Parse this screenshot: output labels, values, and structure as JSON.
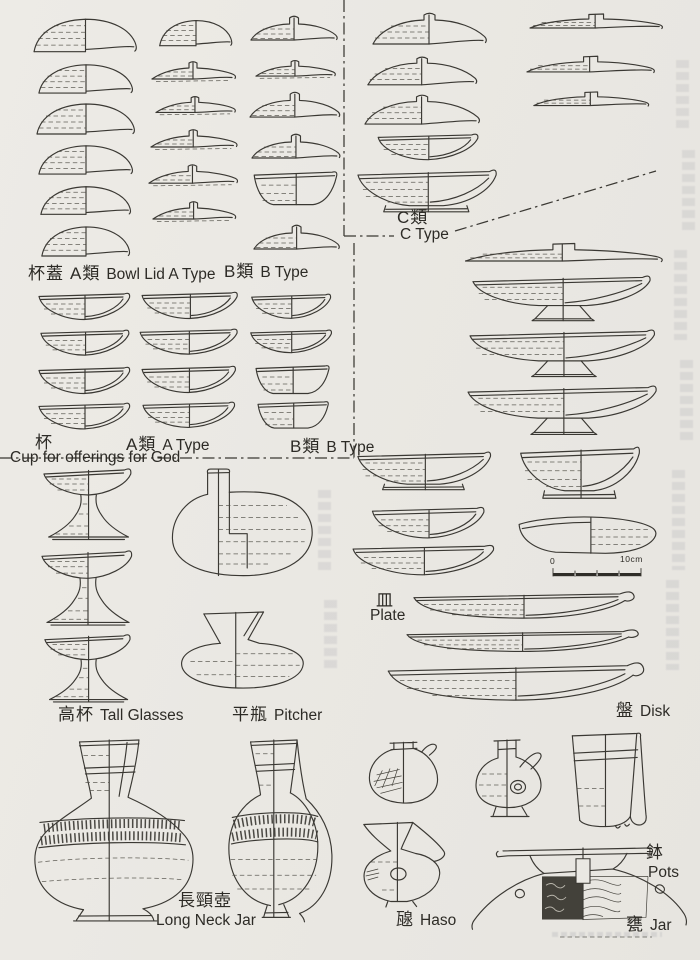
{
  "figure": {
    "background": "#eae8e3",
    "ink": "#3a3833",
    "bowl_lid": {
      "cjk": "杯蓋",
      "a_cjk": "A類",
      "a_en": "Bowl Lid A Type",
      "b_cjk": "B類",
      "b_en": "B Type",
      "c_cjk": "C類",
      "c_en": "C Type"
    },
    "cup": {
      "cjk": "杯",
      "en": "Cup for offerings for God",
      "a_cjk": "A類",
      "a_en": "A Type",
      "b_cjk": "B類",
      "b_en": "B Type"
    },
    "plate": {
      "cjk": "皿",
      "en": "Plate"
    },
    "disk": {
      "cjk": "盤",
      "en": "Disk"
    },
    "tall_glasses": {
      "cjk": "高杯",
      "en": "Tall Glasses"
    },
    "pitcher": {
      "cjk": "平瓶",
      "en": "Pitcher"
    },
    "long_neck_jar": {
      "cjk": "長頸壺",
      "en": "Long Neck Jar"
    },
    "haso": {
      "cjk": "𤭯",
      "en": "Haso"
    },
    "pots": {
      "cjk": "鉢",
      "en": "Pots"
    },
    "jar": {
      "cjk": "甕",
      "en": "Jar"
    },
    "scale_bar": {
      "start": "0",
      "end": "10cm"
    }
  }
}
